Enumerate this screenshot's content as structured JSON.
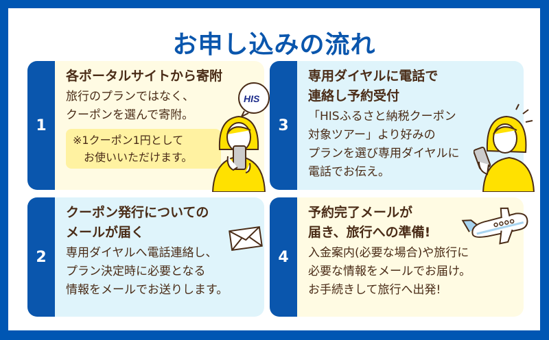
{
  "page_title": "お申し込みの流れ",
  "colors": {
    "frame_blue": "#0056b3",
    "number_blue": "#0a56ad",
    "card_yellow": "#fffbe3",
    "card_blue": "#dff4fb",
    "note_yellow": "#fff2a1",
    "text_brown": "#4a2c17",
    "person_yellow": "#ffe100"
  },
  "steps": [
    {
      "number": "1",
      "heading": "各ポータルサイトから寄附",
      "text": "旅行のプランではなく、\nクーポンを選んで寄附。",
      "note": "※1クーポン1円として\n　お使いいただけます。",
      "illustration": "woman-with-phone-icon",
      "badge": "HIS"
    },
    {
      "number": "2",
      "heading": "クーポン発行についての\nメールが届く",
      "text": "専用ダイヤルへ電話連絡し、\nプラン決定時に必要となる\n情報をメールでお送りします。",
      "illustration": "envelope-icon"
    },
    {
      "number": "3",
      "heading": "専用ダイヤルに電話で\n連絡し予約受付",
      "text": "「HISふるさと納税クーポン\n対象ツアー」より好みの\nプランを選び専用ダイヤルに\n電話でお伝え。",
      "illustration": "woman-calling-icon"
    },
    {
      "number": "4",
      "heading": "予約完了メールが\n届き、旅行への準備!",
      "text": "入金案内(必要な場合)や旅行に\n必要な情報をメールでお届け。\nお手続きして旅行へ出発!",
      "illustration": "airplane-icon"
    }
  ]
}
